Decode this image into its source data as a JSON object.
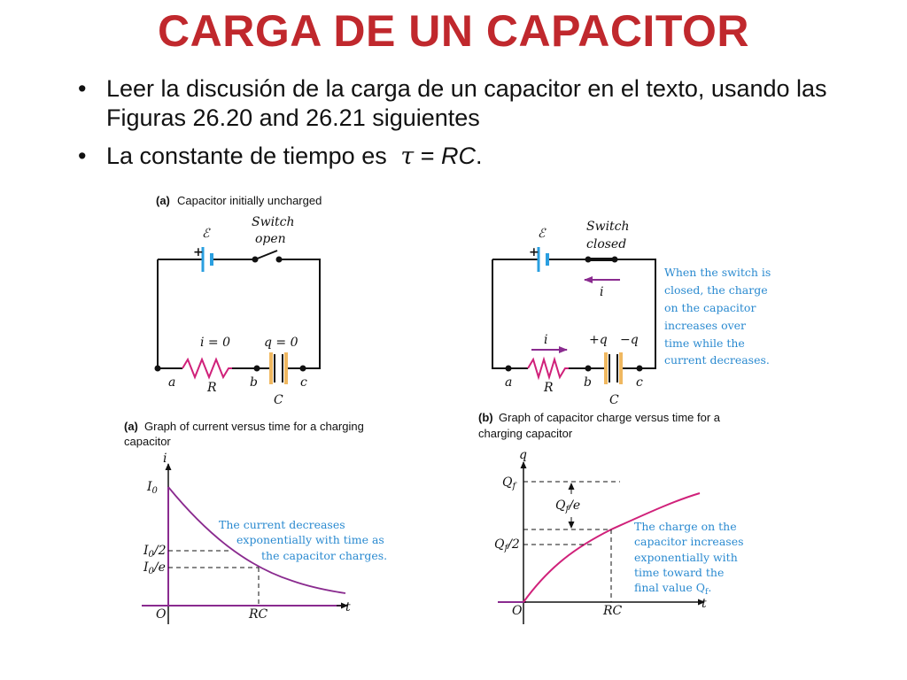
{
  "slide": {
    "title": "CARGA DE UN CAPACITOR",
    "bullets": [
      {
        "text": "Leer la discusión de la carga de un capacitor en el texto, usando las Figuras 26.20 and 26.21 siguientes"
      },
      {
        "prefix": "La constante de tiempo es",
        "equation_lhs": "τ",
        "equation_eq": "=",
        "equation_rhs": "RC",
        "suffix": "."
      }
    ],
    "bullet_glyph": "•"
  },
  "circuit_a": {
    "caption_tag": "(a)",
    "caption": "Capacitor initially uncharged",
    "emf": "ℰ",
    "plus": "+",
    "switch_line1": "Switch",
    "switch_line2": "open",
    "i_label": "i = 0",
    "q_label": "q = 0",
    "node_a": "a",
    "node_b": "b",
    "node_c": "c",
    "resistor": "R",
    "capacitor": "C"
  },
  "circuit_b": {
    "emf": "ℰ",
    "plus": "+",
    "switch_line1": "Switch",
    "switch_line2": "closed",
    "i_top": "i",
    "i_bottom": "i",
    "plus_q": "+q",
    "minus_q": "−q",
    "node_a": "a",
    "node_b": "b",
    "node_c": "c",
    "resistor": "R",
    "capacitor": "C",
    "note": [
      "When the switch is",
      "closed, the charge",
      "on the capacitor",
      "increases over",
      "time while the",
      "current decreases."
    ]
  },
  "graph_current": {
    "caption_tag": "(a)",
    "caption_line1": "Graph of current versus time for a charging",
    "caption_line2": "capacitor",
    "y_axis": "i",
    "x_axis": "t",
    "origin": "O",
    "tick_x": "RC",
    "label_i0": "I",
    "label_i0_sub": "0",
    "label_i0_half": "I",
    "label_i0_half_sub": "0",
    "label_i0_half_den": "/2",
    "label_i0_e": "I",
    "label_i0_e_sub": "0",
    "label_i0_e_den": "/e",
    "note": [
      "The current decreases",
      "exponentially with time as",
      "the capacitor charges."
    ]
  },
  "graph_charge": {
    "caption_tag": "(b)",
    "caption_line1": "Graph of capacitor charge versus time for a",
    "caption_line2": "charging capacitor",
    "y_axis": "q",
    "x_axis": "t",
    "origin": "O",
    "tick_x": "RC",
    "label_qf": "Q",
    "label_qf_sub": "f",
    "label_qf_half": "Q",
    "label_qf_half_sub": "f",
    "label_qf_half_den": "/2",
    "label_qf_e": "Q",
    "label_qf_e_sub": "f",
    "label_qf_e_den": "/e",
    "note": [
      "The charge on the",
      "capacitor increases",
      "exponentially with",
      "time toward the",
      "final value Q"
    ],
    "note_sub": "f",
    "note_end": "."
  },
  "colors": {
    "title": "#c0282d",
    "battery": "#2a9fe0",
    "resistor": "#d0217a",
    "capacitor_plate": "#f0b860",
    "curve": "#d0217a",
    "axis": "#8a2b8f",
    "note": "#2a8ad0",
    "arrow": "#8a2b8f"
  }
}
